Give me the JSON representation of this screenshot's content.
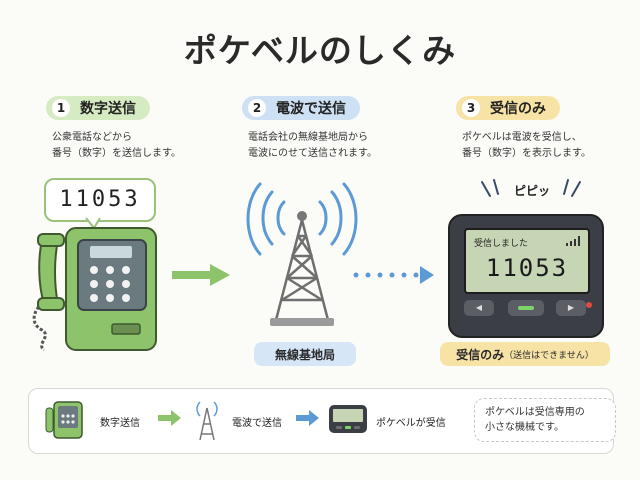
{
  "title": "ポケベルのしくみ",
  "steps": [
    {
      "num": "1",
      "label": "数字送信",
      "desc": "公衆電話などから\n番号（数字）を送信します。",
      "color": "#d7ebc2"
    },
    {
      "num": "2",
      "label": "電波で送信",
      "desc": "電話会社の無線基地局から\n電波にのせて送信されます。",
      "color": "#cde0f4"
    },
    {
      "num": "3",
      "label": "受信のみ",
      "desc": "ポケベルは電波を受信し、\n番号（数字）を表示します。",
      "color": "#f8e3a6"
    }
  ],
  "phone": {
    "bubble_number": "11053"
  },
  "tower": {
    "label": "無線基地局"
  },
  "pager": {
    "sound": "ピピッ",
    "status_text": "受信しました",
    "number": "11053",
    "label_main": "受信のみ",
    "label_sub": "（送信はできません）"
  },
  "legend": {
    "item1": "数字送信",
    "item2": "電波で送信",
    "item3": "ポケベルが受信",
    "note": "ポケベルは受信専用の\n小さな機械です。"
  },
  "colors": {
    "green": "#8dc36b",
    "blue": "#5b9ad5",
    "yellow": "#f8e3a6"
  }
}
